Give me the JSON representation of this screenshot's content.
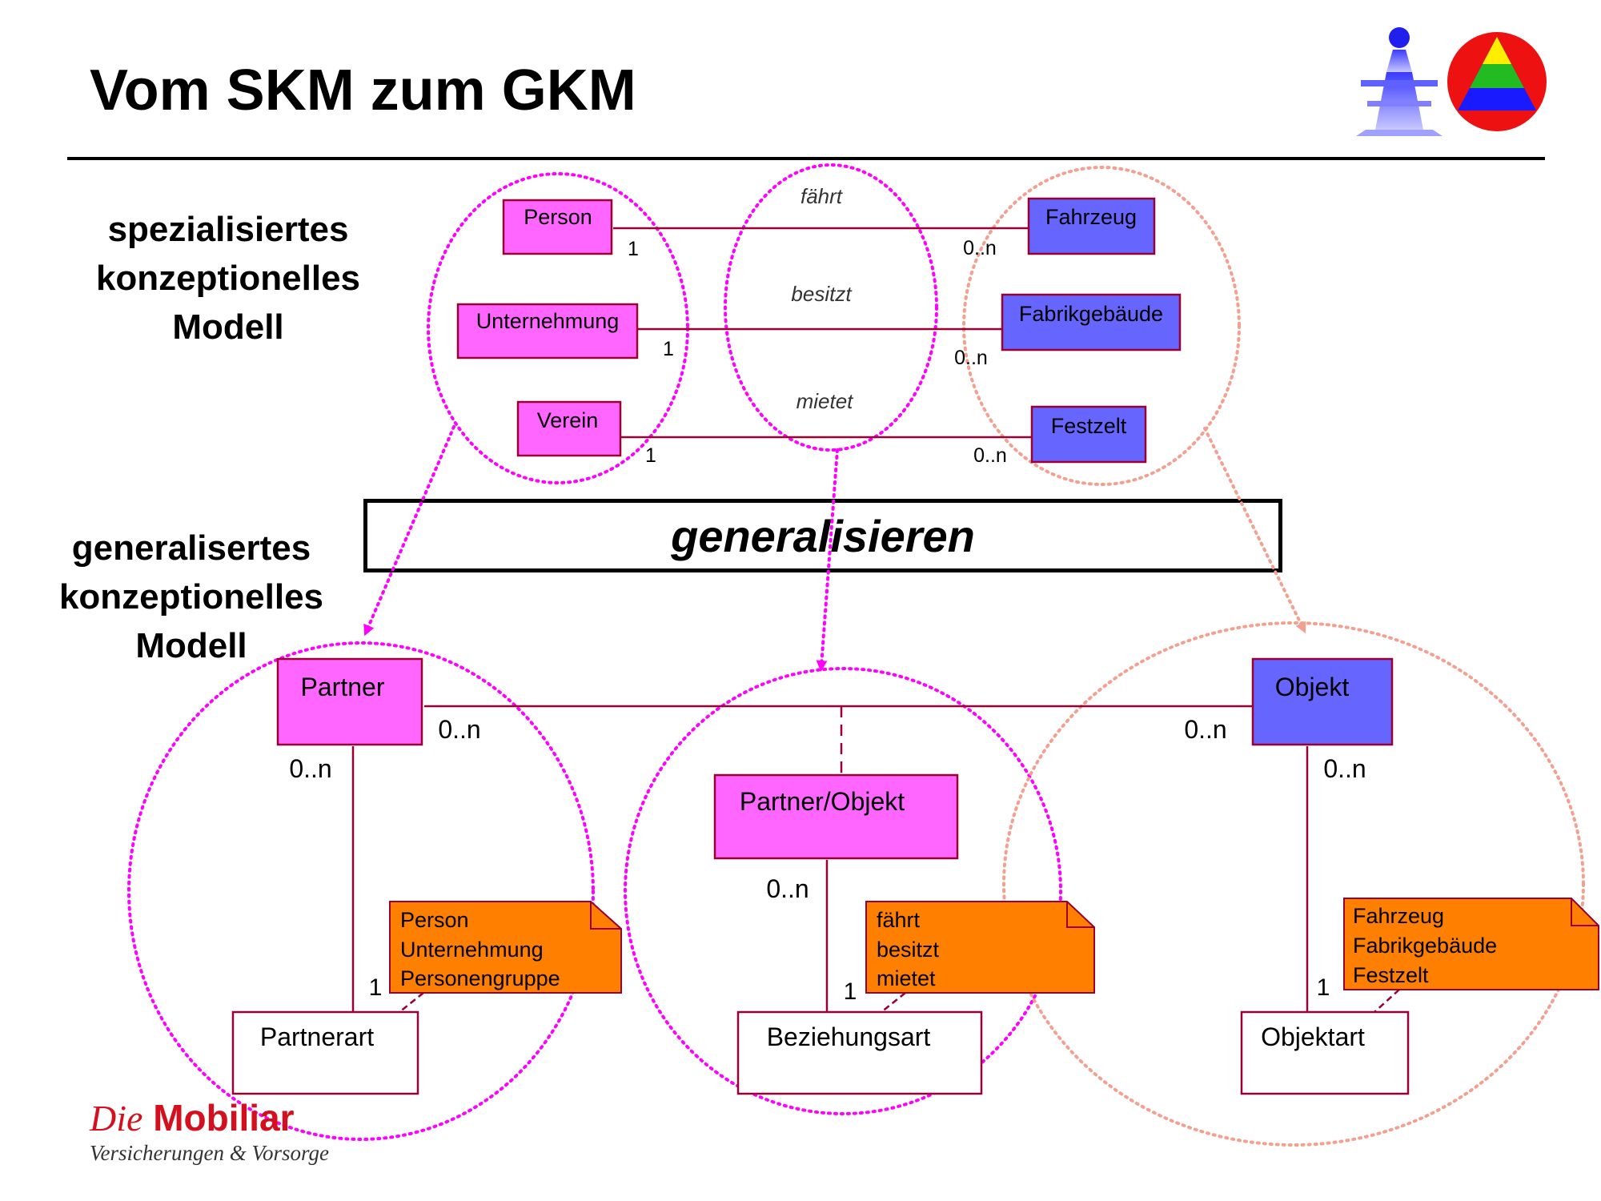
{
  "title": "Vom SKM zum GKM",
  "labels": {
    "skm": [
      "spezialisiertes",
      "konzeptionelles",
      "Modell"
    ],
    "gkm": [
      "generalisertes",
      "konzeptionelles",
      "Modell"
    ],
    "generalize": "generalisieren"
  },
  "skm": {
    "entities": {
      "person": "Person",
      "unternehmung": "Unternehmung",
      "verein": "Verein",
      "fahrzeug": "Fahrzeug",
      "fabrikgebaeude": "Fabrikgebäude",
      "festzelt": "Festzelt"
    },
    "relations": {
      "faehrt": "fährt",
      "besitzt": "besitzt",
      "mietet": "mietet"
    },
    "multiplicities": {
      "one": "1",
      "many": "0..n"
    }
  },
  "gkm": {
    "entities": {
      "partner": "Partner",
      "objekt": "Objekt",
      "partner_objekt": "Partner/Objekt",
      "partnerart": "Partnerart",
      "beziehungsart": "Beziehungsart",
      "objektart": "Objektart"
    },
    "multiplicities": {
      "one": "1",
      "many": "0..n"
    },
    "notes": {
      "partner": [
        "Person",
        "Unternehmung",
        "Personengruppe"
      ],
      "beziehung": [
        "fährt",
        "besitzt",
        "mietet"
      ],
      "objekt": [
        "Fahrzeug",
        "Fabrikgebäude",
        "Festzelt"
      ]
    }
  },
  "footer": {
    "brand_die": "Die",
    "brand_name": "Mobiliar",
    "tagline": "Versicherungen & Vorsorge"
  },
  "colors": {
    "partner_fill": "#ff66ff",
    "objekt_fill": "#6666ff",
    "note_fill": "#ff7f00",
    "line": "#990033",
    "magenta_circle": "#ff00ff",
    "salmon_circle": "#f4a090",
    "brand_red": "#d4101e"
  }
}
